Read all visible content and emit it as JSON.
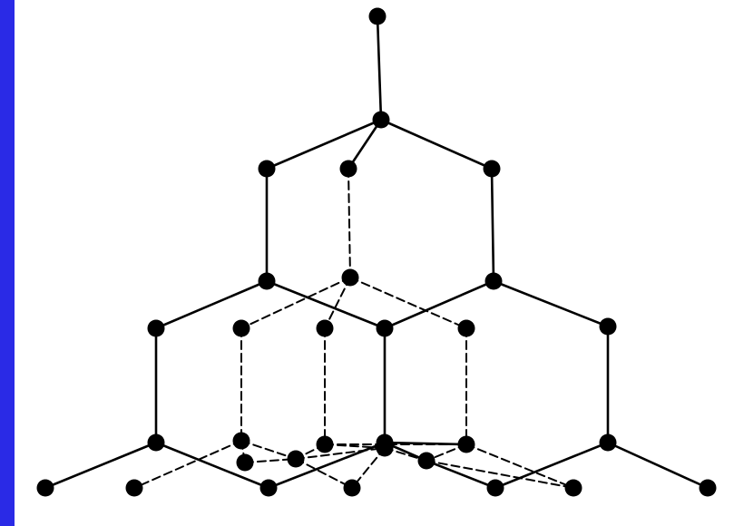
{
  "colors": {
    "background": "#ffffff",
    "ink": "#000000",
    "left_bar": "#2a2ae6"
  },
  "diagram": {
    "type": "crystal-lattice-ball-and-stick",
    "atoms": [
      {
        "id": "a1"
      },
      {
        "id": "a2"
      },
      {
        "id": "a3"
      },
      {
        "id": "a4"
      },
      {
        "id": "a5"
      },
      {
        "id": "a6"
      },
      {
        "id": "a7"
      },
      {
        "id": "a8"
      },
      {
        "id": "a9"
      },
      {
        "id": "a10"
      },
      {
        "id": "a11"
      },
      {
        "id": "a12"
      },
      {
        "id": "a13"
      },
      {
        "id": "a14"
      },
      {
        "id": "a15"
      },
      {
        "id": "a16"
      },
      {
        "id": "a17"
      },
      {
        "id": "a18"
      },
      {
        "id": "a19"
      },
      {
        "id": "a20"
      },
      {
        "id": "a21"
      },
      {
        "id": "a22"
      },
      {
        "id": "a23"
      },
      {
        "id": "a24"
      },
      {
        "id": "a25"
      },
      {
        "id": "a26"
      },
      {
        "id": "a27"
      },
      {
        "id": "a28"
      },
      {
        "id": "a29"
      },
      {
        "id": "a30"
      }
    ],
    "bonds_solid": [
      [
        "a1",
        "a2"
      ],
      [
        "a2",
        "a3"
      ],
      [
        "a2",
        "a5"
      ],
      [
        "a2",
        "a4"
      ],
      [
        "a3",
        "a6"
      ],
      [
        "a5",
        "a8"
      ],
      [
        "a6",
        "a9"
      ],
      [
        "a6",
        "a13"
      ],
      [
        "a8",
        "a12"
      ],
      [
        "a8",
        "a15"
      ],
      [
        "a9",
        "a17"
      ],
      [
        "a13",
        "a21"
      ],
      [
        "a15",
        "a23"
      ],
      [
        "a17",
        "a24"
      ],
      [
        "a17",
        "a26"
      ],
      [
        "a21",
        "a26"
      ],
      [
        "a21",
        "a22"
      ],
      [
        "a23",
        "a29"
      ],
      [
        "a23",
        "a30"
      ]
    ],
    "bonds_dashed": [
      [
        "a4",
        "a7"
      ],
      [
        "a7",
        "a10"
      ],
      [
        "a7",
        "a11"
      ],
      [
        "a7",
        "a14"
      ],
      [
        "a10",
        "a18"
      ],
      [
        "a11",
        "a19"
      ],
      [
        "a14",
        "a22"
      ],
      [
        "a18",
        "a25"
      ],
      [
        "a18",
        "a27"
      ],
      [
        "a19",
        "a20"
      ],
      [
        "a19",
        "a22"
      ],
      [
        "a20",
        "a28"
      ],
      [
        "a22",
        "a28"
      ]
    ]
  }
}
